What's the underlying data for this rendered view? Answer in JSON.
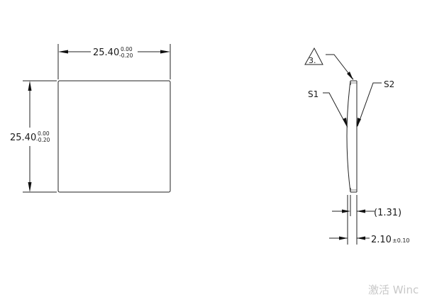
{
  "drawing": {
    "front_view": {
      "width_dim": {
        "nominal": "25.40",
        "upper_tol": "0.00",
        "lower_tol": "-0.20"
      },
      "height_dim": {
        "nominal": "25.40",
        "upper_tol": "0.00",
        "lower_tol": "-0.20"
      }
    },
    "side_view": {
      "note_flag": "3.",
      "surface_1_label": "S1",
      "surface_2_label": "S2",
      "ref_thickness_dim": "(1.31)",
      "thickness_dim": {
        "nominal": "2.10",
        "tolerance": "±0.10"
      }
    }
  },
  "watermark": {
    "text": "激活 Winc"
  }
}
